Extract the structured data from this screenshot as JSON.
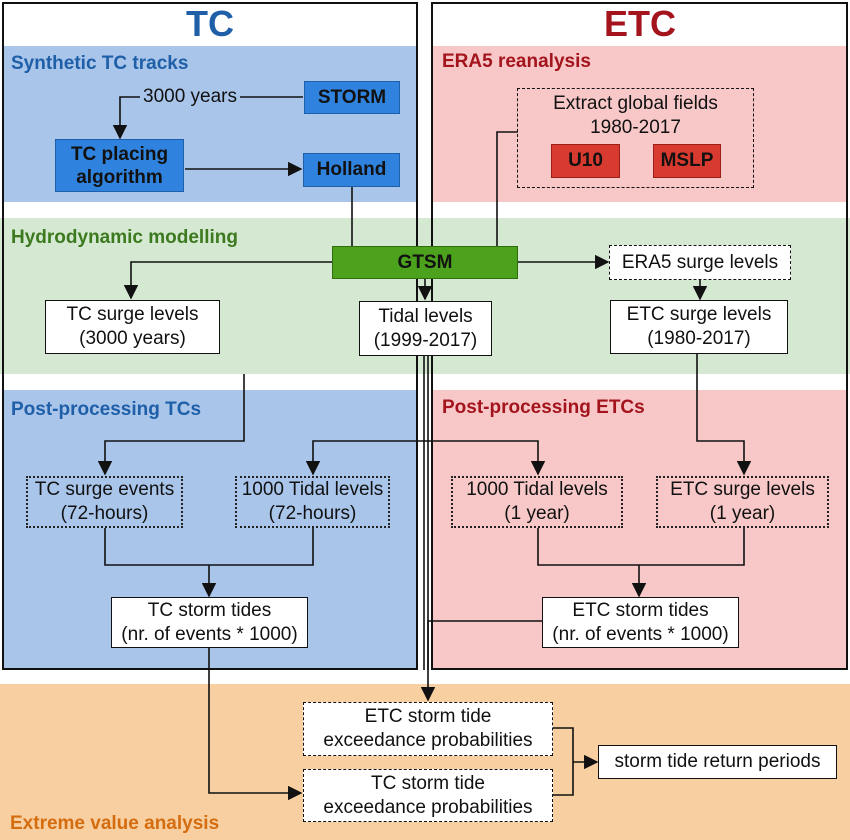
{
  "columns": {
    "tc_title": "TC",
    "etc_title": "ETC"
  },
  "sections": {
    "synthetic_tc_tracks": "Synthetic TC tracks",
    "era5_reanalysis": "ERA5 reanalysis",
    "hydrodynamic_modelling": "Hydrodynamic modelling",
    "post_processing_tcs": "Post-processing TCs",
    "post_processing_etcs": "Post-processing ETCs",
    "extreme_value_analysis": "Extreme value analysis"
  },
  "nodes": {
    "storm": "STORM",
    "years_label": "3000 years",
    "tc_placing_line1": "TC placing",
    "tc_placing_line2": "algorithm",
    "holland": "Holland",
    "extract_line1": "Extract global fields",
    "extract_line2": "1980-2017",
    "u10": "U10",
    "mslp": "MSLP",
    "gtsm": "GTSM",
    "era5_surge": "ERA5 surge levels",
    "tc_surge_levels_line1": "TC surge levels",
    "tc_surge_levels_line2": "(3000 years)",
    "tidal_levels_line1": "Tidal levels",
    "tidal_levels_line2": "(1999-2017)",
    "etc_surge_levels_line1": "ETC surge levels",
    "etc_surge_levels_line2": "(1980-2017)",
    "tc_surge_events_line1": "TC surge events",
    "tc_surge_events_line2": "(72-hours)",
    "tc_tidal_line1": "1000 Tidal levels",
    "tc_tidal_line2": "(72-hours)",
    "etc_tidal_line1": "1000 Tidal levels",
    "etc_tidal_line2": "(1 year)",
    "etc_surge_year_line1": "ETC surge levels",
    "etc_surge_year_line2": "(1 year)",
    "tc_storm_tides_line1": "TC storm tides",
    "tc_storm_tides_line2": "(nr. of events * 1000)",
    "etc_storm_tides_line1": "ETC storm tides",
    "etc_storm_tides_line2": "(nr. of events * 1000)",
    "etc_exceed_line1": "ETC storm tide",
    "etc_exceed_line2": "exceedance probabilities",
    "tc_exceed_line1": "TC storm tide",
    "tc_exceed_line2": "exceedance probabilities",
    "return_periods": "storm tide return periods"
  },
  "colors": {
    "tc_region": "#a9c5ea",
    "etc_region": "#f8c8c8",
    "hydro_region": "#d4e8d2",
    "eva_region": "#f8cfa0",
    "tc_text": "#1f5fa8",
    "etc_text": "#a3141d",
    "hydro_text": "#3d7a1f",
    "eva_text": "#d46c10"
  }
}
